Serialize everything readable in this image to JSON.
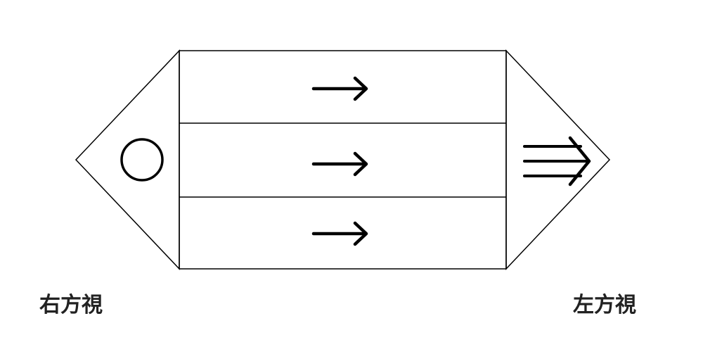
{
  "labels": {
    "right_view": "右方視",
    "left_view": "左方視"
  },
  "symbols": {
    "left_point": "circle",
    "rows": [
      "right-arrow",
      "right-arrow",
      "right-arrow"
    ],
    "right_point": "triple-right-arrow"
  },
  "colors": {
    "stroke": "#000000",
    "background": "#ffffff",
    "text": "#222222"
  }
}
